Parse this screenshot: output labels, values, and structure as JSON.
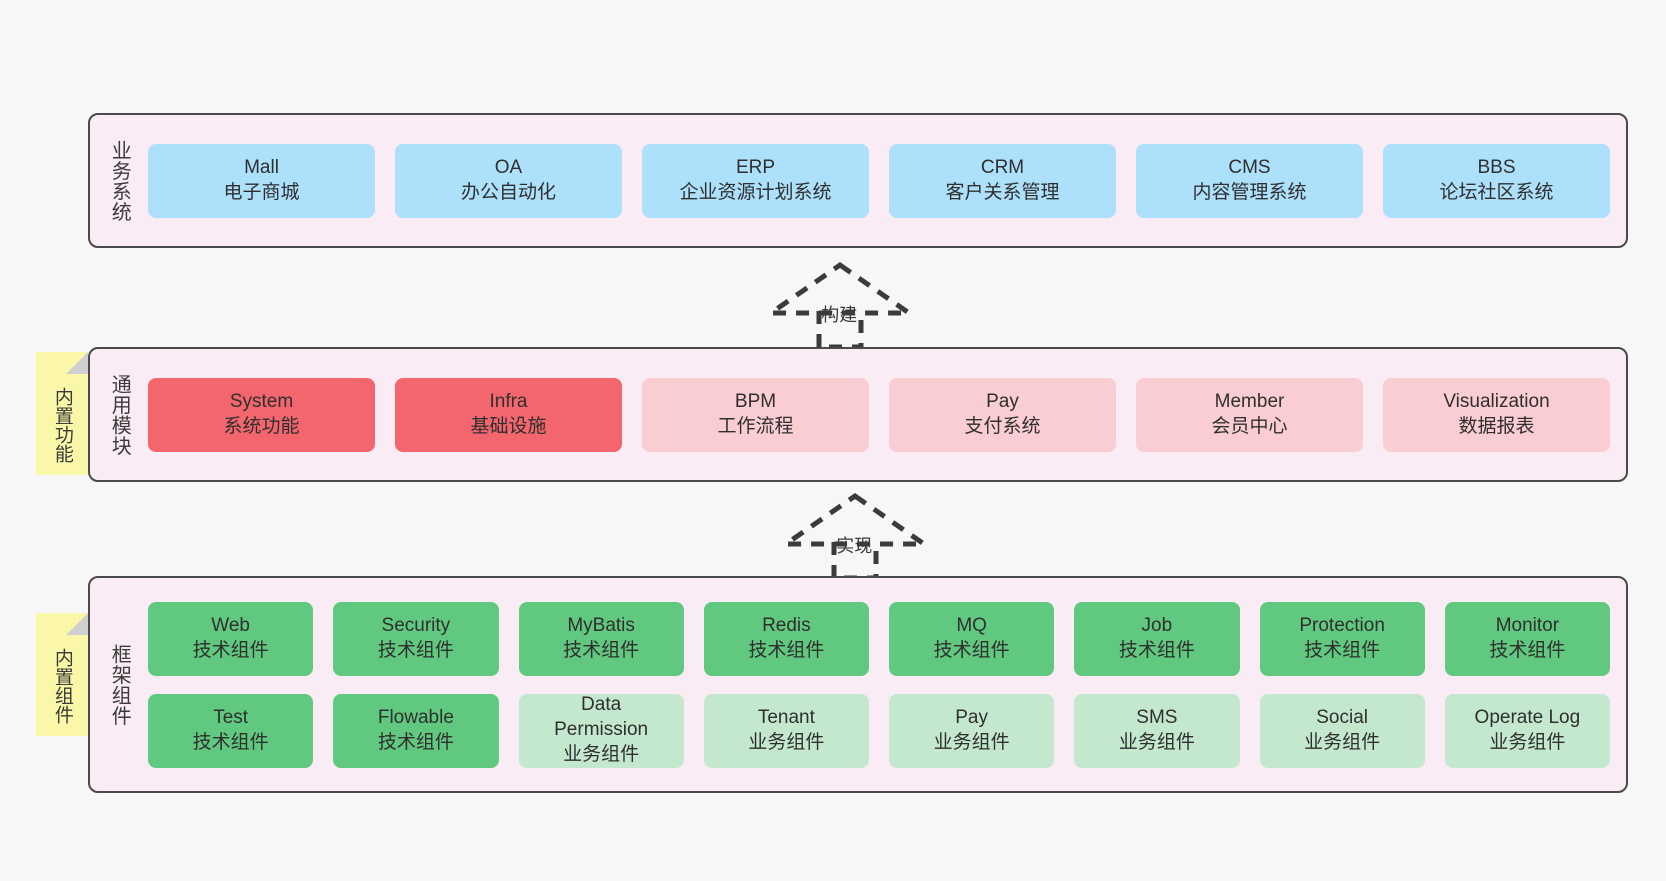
{
  "diagram": {
    "background_color": "#f7f7f7",
    "band_background": "#f9ecf5",
    "band_border": "#4a4a4a",
    "note_color": "#fbf7a8",
    "colors": {
      "business_system": "#ade0fb",
      "module_core": "#f4666e",
      "module_normal": "#facdd3",
      "component_tech": "#61c97f",
      "component_business": "#c4e8cd"
    }
  },
  "bands": {
    "business": {
      "label": "业务系统",
      "items": [
        {
          "en": "Mall",
          "cn": "电子商城",
          "color": "blue"
        },
        {
          "en": "OA",
          "cn": "办公自动化",
          "color": "blue"
        },
        {
          "en": "ERP",
          "cn": "企业资源计划系统",
          "color": "blue"
        },
        {
          "en": "CRM",
          "cn": "客户关系管理",
          "color": "blue"
        },
        {
          "en": "CMS",
          "cn": "内容管理系统",
          "color": "blue"
        },
        {
          "en": "BBS",
          "cn": "论坛社区系统",
          "color": "blue"
        }
      ]
    },
    "modules": {
      "label": "通用模块",
      "note": "内置功能",
      "items": [
        {
          "en": "System",
          "cn": "系统功能",
          "color": "red"
        },
        {
          "en": "Infra",
          "cn": "基础设施",
          "color": "red"
        },
        {
          "en": "BPM",
          "cn": "工作流程",
          "color": "pink"
        },
        {
          "en": "Pay",
          "cn": "支付系统",
          "color": "pink"
        },
        {
          "en": "Member",
          "cn": "会员中心",
          "color": "pink"
        },
        {
          "en": "Visualization",
          "cn": "数据报表",
          "color": "pink"
        }
      ]
    },
    "framework": {
      "label": "框架组件",
      "note": "内置组件",
      "row1": [
        {
          "en": "Web",
          "cn": "技术组件",
          "color": "green"
        },
        {
          "en": "Security",
          "cn": "技术组件",
          "color": "green"
        },
        {
          "en": "MyBatis",
          "cn": "技术组件",
          "color": "green"
        },
        {
          "en": "Redis",
          "cn": "技术组件",
          "color": "green"
        },
        {
          "en": "MQ",
          "cn": "技术组件",
          "color": "green"
        },
        {
          "en": "Job",
          "cn": "技术组件",
          "color": "green"
        },
        {
          "en": "Protection",
          "cn": "技术组件",
          "color": "green"
        },
        {
          "en": "Monitor",
          "cn": "技术组件",
          "color": "green"
        }
      ],
      "row2": [
        {
          "en": "Test",
          "cn": "技术组件",
          "color": "green"
        },
        {
          "en": "Flowable",
          "cn": "技术组件",
          "color": "green"
        },
        {
          "en": "Data\nPermission",
          "cn": "业务组件",
          "color": "lightgreen"
        },
        {
          "en": "Tenant",
          "cn": "业务组件",
          "color": "lightgreen"
        },
        {
          "en": "Pay",
          "cn": "业务组件",
          "color": "lightgreen"
        },
        {
          "en": "SMS",
          "cn": "业务组件",
          "color": "lightgreen"
        },
        {
          "en": "Social",
          "cn": "业务组件",
          "color": "lightgreen"
        },
        {
          "en": "Operate Log",
          "cn": "业务组件",
          "color": "lightgreen"
        }
      ]
    }
  },
  "arrows": [
    {
      "name": "build",
      "label": "构建"
    },
    {
      "name": "realize",
      "label": "实现"
    }
  ]
}
